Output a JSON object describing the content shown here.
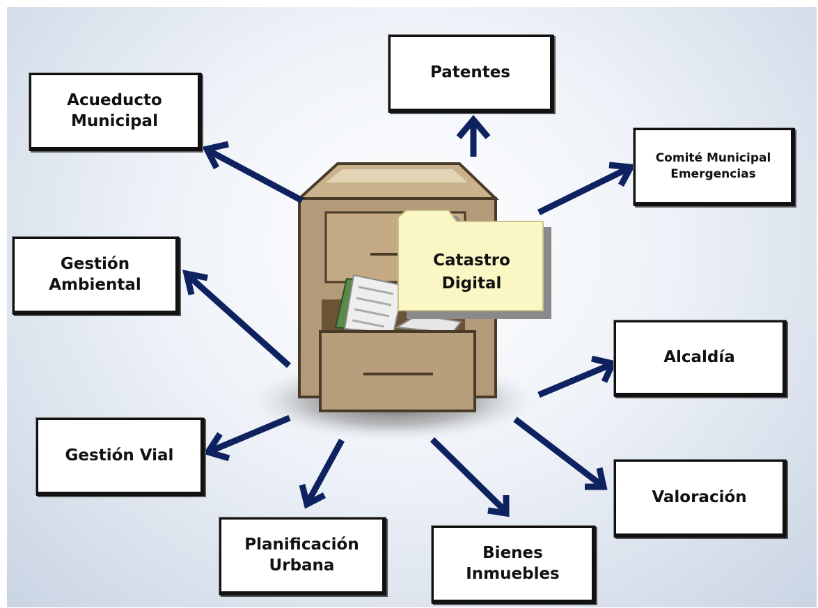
{
  "center": {
    "line1": "Catastro",
    "line2": "Digital"
  },
  "nodes": {
    "patentes": {
      "line1": "Patentes"
    },
    "acueducto": {
      "line1": "Acueducto",
      "line2": "Municipal"
    },
    "comite": {
      "line1": "Comité Municipal",
      "line2": "Emergencias"
    },
    "gestion_ambiental": {
      "line1": "Gestión",
      "line2": "Ambiental"
    },
    "alcaldia": {
      "line1": "Alcaldía"
    },
    "gestion_vial": {
      "line1": "Gestión Vial"
    },
    "valoracion": {
      "line1": "Valoración"
    },
    "planificacion": {
      "line1": "Planificación",
      "line2": "Urbana"
    },
    "bienes": {
      "line1": "Bienes",
      "line2": "Inmuebles"
    }
  },
  "colors": {
    "arrow": "#0f2260",
    "cabinet": "#b39a78",
    "folder": "#fbf7c4"
  }
}
